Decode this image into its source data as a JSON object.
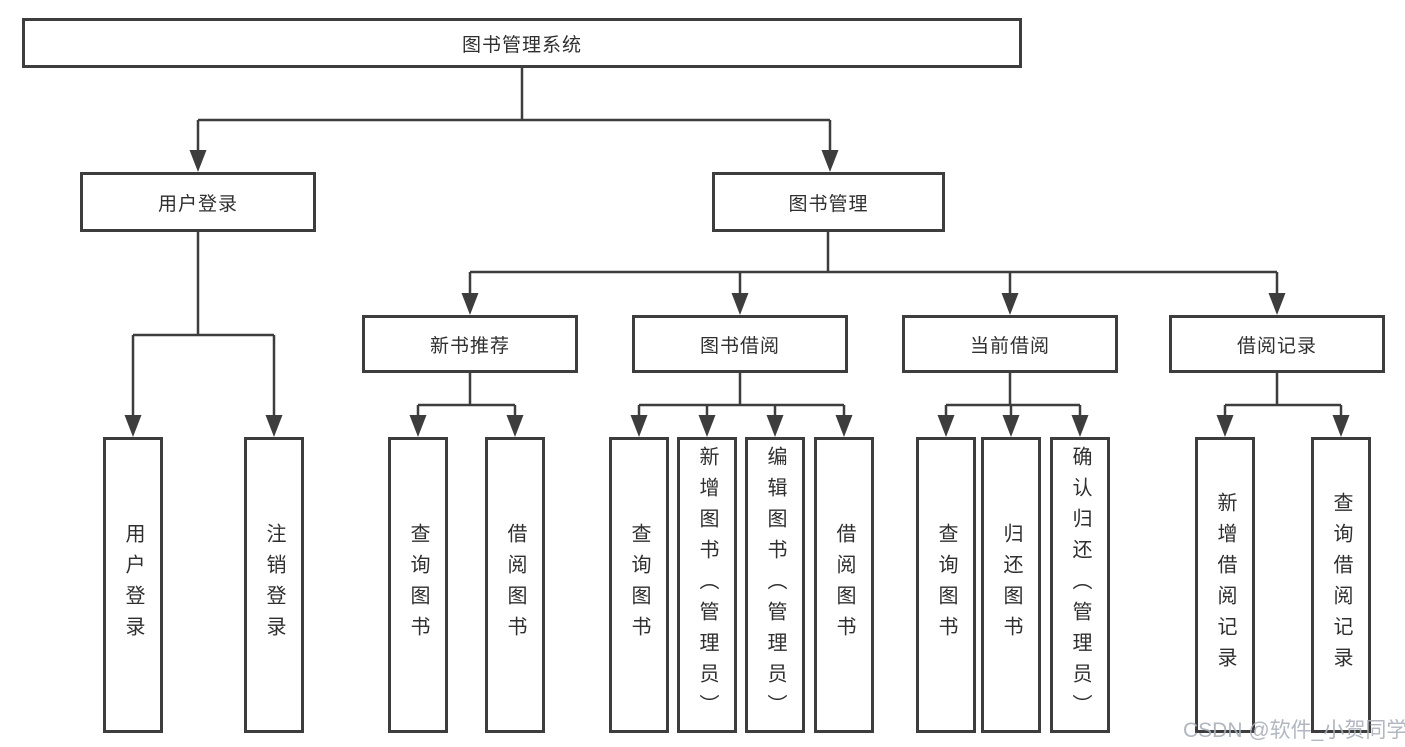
{
  "diagram": {
    "root": {
      "label": "图书管理系统"
    },
    "level2": [
      {
        "label": "用户登录"
      },
      {
        "label": "图书管理"
      }
    ],
    "level3": [
      {
        "label": "新书推荐"
      },
      {
        "label": "图书借阅"
      },
      {
        "label": "当前借阅"
      },
      {
        "label": "借阅记录"
      }
    ],
    "leaves": {
      "user_login_group": [
        {
          "label": "用户登录"
        },
        {
          "label": "注销登录"
        }
      ],
      "new_book_group": [
        {
          "label": "查询图书"
        },
        {
          "label": "借阅图书"
        }
      ],
      "book_borrow_group": [
        {
          "label": "查询图书"
        },
        {
          "label": "新增图书（管理员）"
        },
        {
          "label": "编辑图书（管理员）"
        },
        {
          "label": "借阅图书"
        }
      ],
      "current_borrow_group": [
        {
          "label": "查询图书"
        },
        {
          "label": "归还图书"
        },
        {
          "label": "确认归还（管理员）"
        }
      ],
      "record_group": [
        {
          "label": "新增借阅记录"
        },
        {
          "label": "查询借阅记录"
        }
      ]
    },
    "watermark": "CSDN @软件_小贺同学",
    "colors": {
      "line": "#3d3d3d",
      "text": "#2f2f2f",
      "watermark": "#a9b0ba",
      "background": "#ffffff"
    }
  }
}
